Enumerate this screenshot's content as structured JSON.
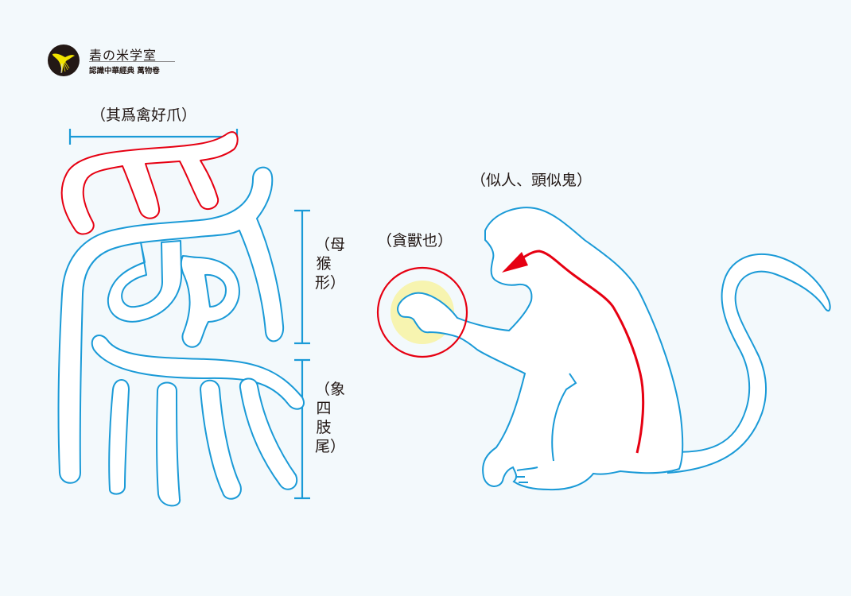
{
  "logo": {
    "title": "砉の米学室",
    "subtitle": "認識中華經典  萬物卷",
    "badge_icon": "bird-emblem-icon",
    "badge_colors": {
      "background": "#231815",
      "bird": "#f2e500"
    }
  },
  "annotations": {
    "claw_top": "（其爲禽好爪）",
    "monkey_body_vertical": "（母猴形）",
    "limbs_tail_vertical": "（象四肢尾）",
    "greedy_beast": "（貪獸也）",
    "like_human_head_like_ghost": "（似人、頭似鬼）"
  },
  "figures": {
    "seal_character": {
      "name": "爲",
      "highlight_part": "claw"
    },
    "monkey": {
      "pose": "sitting, reaching forward"
    }
  },
  "colors": {
    "background": "#f3f9fc",
    "outline": "#1a9ad7",
    "highlight": "#e60012",
    "fill": "#ffffff",
    "glow": "#f7f4b0",
    "text": "#231815"
  }
}
